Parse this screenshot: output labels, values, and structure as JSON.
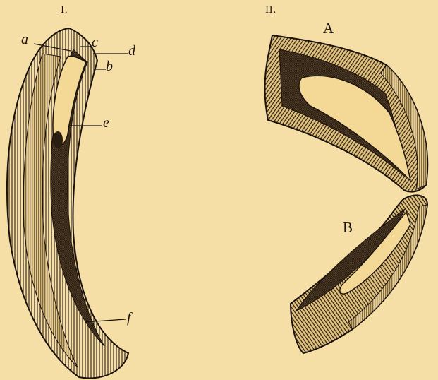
{
  "figure": {
    "panel_labels": {
      "one": "I.",
      "two": "II."
    },
    "part_labels": {
      "a": "a",
      "b": "b",
      "c": "c",
      "d": "d",
      "e": "e",
      "f": "f",
      "A": "A",
      "B": "B"
    },
    "colors": {
      "paper": "#f6dfa6",
      "ink": "#1a120c"
    }
  }
}
